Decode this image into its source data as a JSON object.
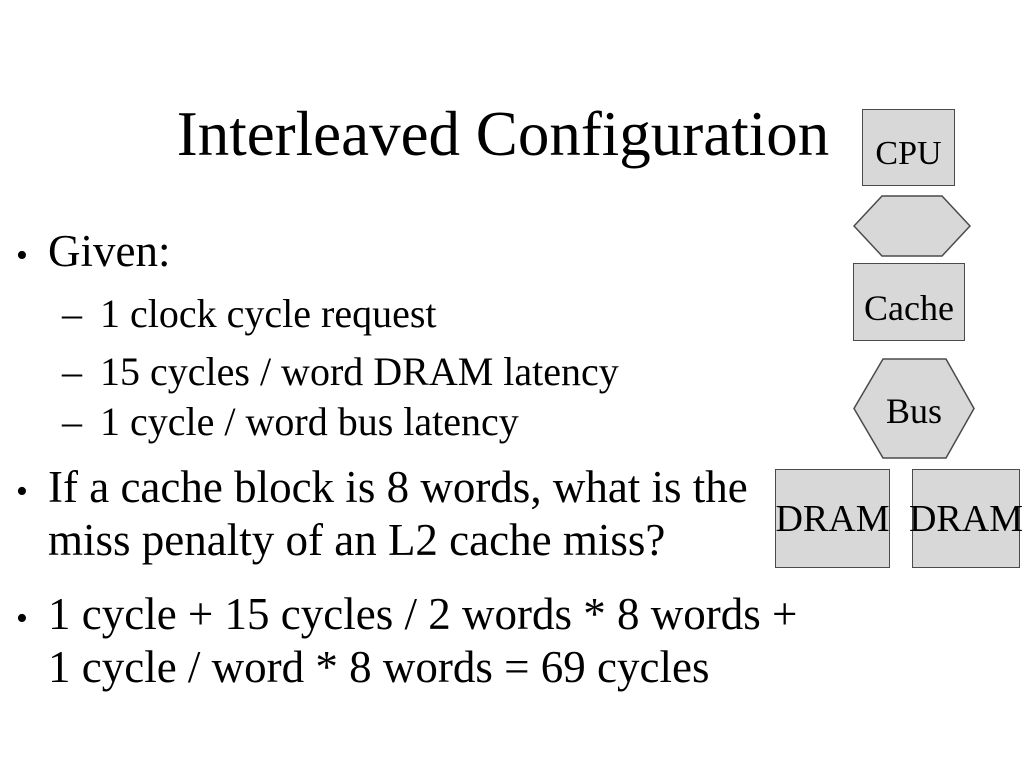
{
  "slide": {
    "title": "Interleaved Configuration",
    "bullets": [
      {
        "level": 1,
        "marker": "•",
        "text": "Given:"
      },
      {
        "level": 2,
        "marker": "–",
        "text": "1 clock cycle request"
      },
      {
        "level": 2,
        "marker": "–",
        "text": "15 cycles / word DRAM latency"
      },
      {
        "level": 2,
        "marker": "–",
        "text": "1 cycle / word bus latency"
      },
      {
        "level": 1,
        "marker": "•",
        "text": "If a cache block is 8 words, what is the miss penalty of an L2 cache miss?"
      },
      {
        "level": 1,
        "marker": "•",
        "text": "1 cycle + 15 cycles / 2 words * 8 words + 1 cycle / word * 8 words = 69 cycles"
      }
    ]
  },
  "diagram": {
    "fill_color": "#d8d8d8",
    "border_color": "#4a4a4a",
    "nodes": [
      {
        "id": "cpu",
        "shape": "rectangle",
        "label": "CPU"
      },
      {
        "id": "cpu-cache-connector",
        "shape": "hexagon",
        "label": ""
      },
      {
        "id": "cache",
        "shape": "rectangle",
        "label": "Cache"
      },
      {
        "id": "bus",
        "shape": "hexagon",
        "label": "Bus"
      },
      {
        "id": "dram-left",
        "shape": "rectangle",
        "label": "DRAM"
      },
      {
        "id": "dram-right",
        "shape": "rectangle",
        "label": "DRAM"
      }
    ]
  }
}
